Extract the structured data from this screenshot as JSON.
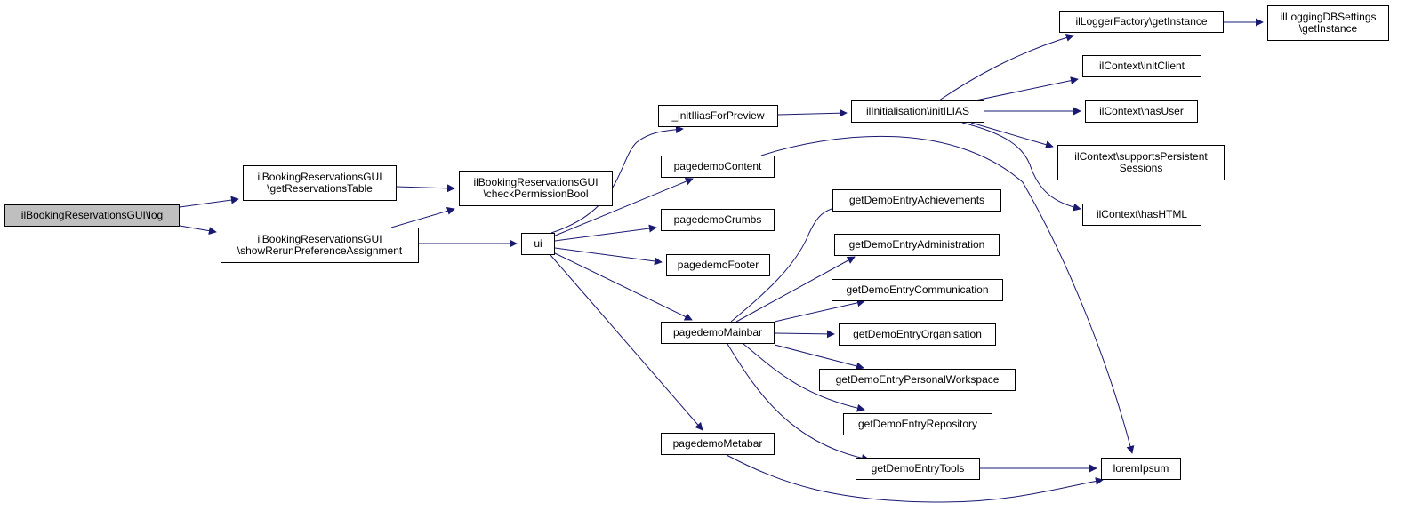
{
  "colors": {
    "edge": "#191970",
    "node_border": "#000000",
    "node_fill": "#ffffff",
    "root_fill": "#bfbfbf"
  },
  "nodes": [
    {
      "id": "log",
      "lines": [
        "ilBookingReservationsGUI\\log"
      ],
      "root": true
    },
    {
      "id": "getResTable",
      "lines": [
        "ilBookingReservationsGUI",
        "\\getReservationsTable"
      ]
    },
    {
      "id": "showRerun",
      "lines": [
        "ilBookingReservationsGUI",
        "\\showRerunPreferenceAssignment"
      ]
    },
    {
      "id": "checkPerm",
      "lines": [
        "ilBookingReservationsGUI",
        "\\checkPermissionBool"
      ]
    },
    {
      "id": "ui",
      "lines": [
        "ui"
      ]
    },
    {
      "id": "initIlias",
      "lines": [
        "_initIliasForPreview"
      ]
    },
    {
      "id": "pdContent",
      "lines": [
        "pagedemoContent"
      ]
    },
    {
      "id": "pdCrumbs",
      "lines": [
        "pagedemoCrumbs"
      ]
    },
    {
      "id": "pdFooter",
      "lines": [
        "pagedemoFooter"
      ]
    },
    {
      "id": "pdMainbar",
      "lines": [
        "pagedemoMainbar"
      ]
    },
    {
      "id": "pdMetabar",
      "lines": [
        "pagedemoMetabar"
      ]
    },
    {
      "id": "initILIAS",
      "lines": [
        "ilInitialisation\\initILIAS"
      ]
    },
    {
      "id": "loggerFactory",
      "lines": [
        "ilLoggerFactory\\getInstance"
      ]
    },
    {
      "id": "loggingDB",
      "lines": [
        "ilLoggingDBSettings",
        "\\getInstance"
      ]
    },
    {
      "id": "initClient",
      "lines": [
        "ilContext\\initClient"
      ]
    },
    {
      "id": "hasUser",
      "lines": [
        "ilContext\\hasUser"
      ]
    },
    {
      "id": "supportsPS",
      "lines": [
        "ilContext\\supportsPersistent",
        "Sessions"
      ]
    },
    {
      "id": "hasHTML",
      "lines": [
        "ilContext\\hasHTML"
      ]
    },
    {
      "id": "achievements",
      "lines": [
        "getDemoEntryAchievements"
      ]
    },
    {
      "id": "administration",
      "lines": [
        "getDemoEntryAdministration"
      ]
    },
    {
      "id": "communication",
      "lines": [
        "getDemoEntryCommunication"
      ]
    },
    {
      "id": "organisation",
      "lines": [
        "getDemoEntryOrganisation"
      ]
    },
    {
      "id": "personalWS",
      "lines": [
        "getDemoEntryPersonalWorkspace"
      ]
    },
    {
      "id": "repository",
      "lines": [
        "getDemoEntryRepository"
      ]
    },
    {
      "id": "tools",
      "lines": [
        "getDemoEntryTools"
      ]
    },
    {
      "id": "lorem",
      "lines": [
        "loremIpsum"
      ]
    }
  ],
  "edges": [
    [
      "log",
      "getResTable"
    ],
    [
      "log",
      "showRerun"
    ],
    [
      "getResTable",
      "checkPerm"
    ],
    [
      "showRerun",
      "checkPerm"
    ],
    [
      "showRerun",
      "ui"
    ],
    [
      "ui",
      "initIlias"
    ],
    [
      "ui",
      "pdContent"
    ],
    [
      "ui",
      "pdCrumbs"
    ],
    [
      "ui",
      "pdFooter"
    ],
    [
      "ui",
      "pdMainbar"
    ],
    [
      "ui",
      "pdMetabar"
    ],
    [
      "initIlias",
      "initILIAS"
    ],
    [
      "initILIAS",
      "loggerFactory"
    ],
    [
      "initILIAS",
      "initClient"
    ],
    [
      "initILIAS",
      "hasUser"
    ],
    [
      "initILIAS",
      "supportsPS"
    ],
    [
      "initILIAS",
      "hasHTML"
    ],
    [
      "loggerFactory",
      "loggingDB"
    ],
    [
      "pdContent",
      "lorem"
    ],
    [
      "pdMainbar",
      "achievements"
    ],
    [
      "pdMainbar",
      "administration"
    ],
    [
      "pdMainbar",
      "communication"
    ],
    [
      "pdMainbar",
      "organisation"
    ],
    [
      "pdMainbar",
      "personalWS"
    ],
    [
      "pdMainbar",
      "repository"
    ],
    [
      "pdMainbar",
      "tools"
    ],
    [
      "tools",
      "lorem"
    ],
    [
      "pdMetabar",
      "lorem"
    ]
  ]
}
